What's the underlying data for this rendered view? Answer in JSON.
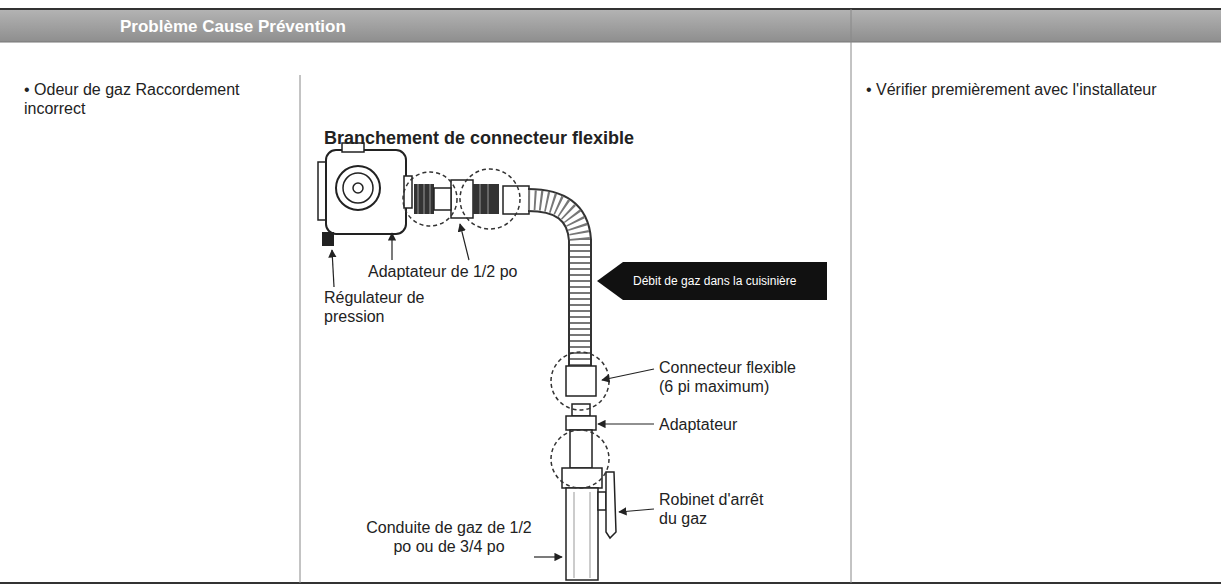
{
  "diagram": {
    "title": "Branchement de connecteur flexible",
    "nodes": [
      {
        "text": [
          "Débit de gaz dans la cuisinière"
        ]
      }
    ],
    "edges": [],
    "labels": [
      "Problème Cause Prévention",
      "• Odeur de gaz Raccordement incorrect",
      "Adaptateur de 1/2 po",
      "Régulateur de pression",
      "Connecteur flexible (6 pi maximum)",
      "Adaptateur",
      "Robinet d'arrêt du gaz",
      "Conduite de gaz de 1/2 po ou de 3/4 po",
      "• Vérifier premièrement avec l'installateur"
    ]
  }
}
